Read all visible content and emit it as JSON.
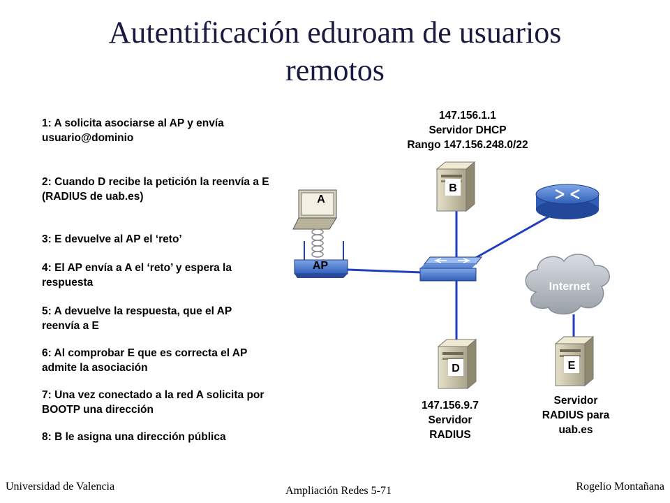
{
  "title_line1": "Autentificación eduroam de usuarios",
  "title_line2": "remotos",
  "steps": [
    "1: A solicita asociarse al AP y envía usuario@dominio",
    "2: Cuando D recibe la petición la reenvía a E (RADIUS de uab.es)",
    "3: E devuelve al AP el ‘reto’",
    "4: El AP envía a A el ‘reto’ y espera la respuesta",
    "5: A devuelve la respuesta, que el AP reenvía a E",
    "6: Al comprobar E que es correcta el AP admite la asociación",
    "7: Una vez conectado a la red A solicita por BOOTP una dirección",
    "8: B le asigna una dirección pública"
  ],
  "dhcp": {
    "ip": "147.156.1.1",
    "name": "Servidor DHCP",
    "range": "Rango 147.156.248.0/22"
  },
  "radius_d": {
    "ip": "147.156.9.7",
    "line1": "Servidor",
    "line2": "RADIUS"
  },
  "radius_e": {
    "line1": "Servidor",
    "line2": "RADIUS para",
    "line3": "uab.es"
  },
  "nodes": {
    "a": "A",
    "b": "B",
    "d": "D",
    "e": "E",
    "ap": "AP",
    "internet": "Internet"
  },
  "footer": {
    "left": "Universidad de Valencia",
    "center": "Ampliación Redes 5-71",
    "right": "Rogelio Montañana"
  }
}
